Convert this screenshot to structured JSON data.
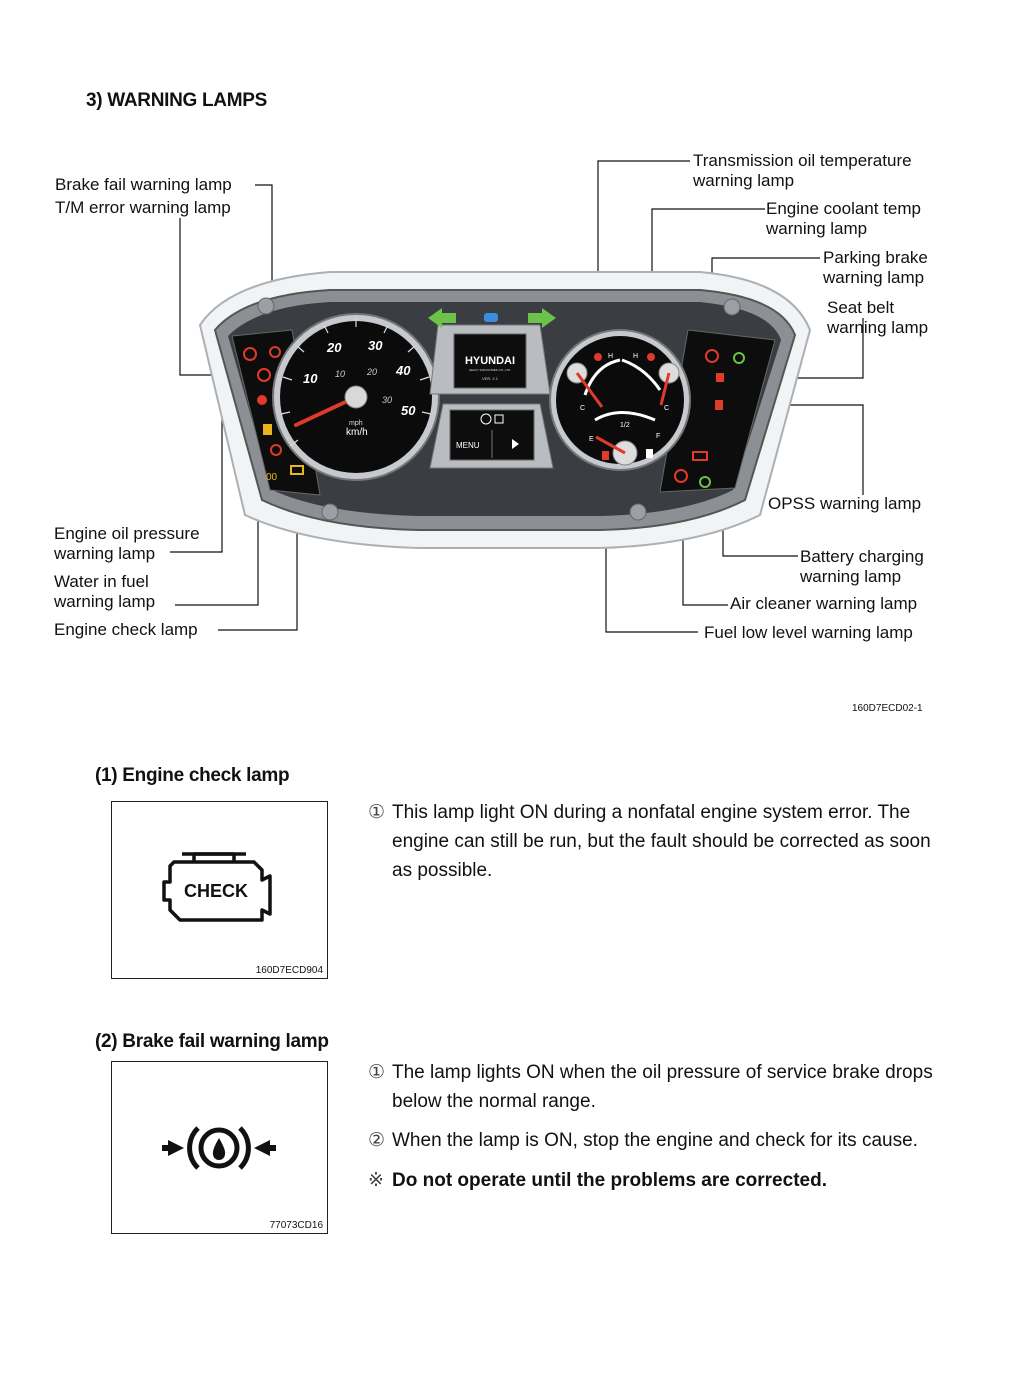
{
  "section": {
    "title": "3) WARNING LAMPS"
  },
  "figure": {
    "code": "160D7ECD02-1",
    "callouts": {
      "brake_fail": "Brake fail warning lamp",
      "tm_error": "T/M error warning lamp",
      "transmission_oil_1": "Transmission oil temperature",
      "transmission_oil_2": "warning lamp",
      "coolant_1": "Engine coolant temp",
      "coolant_2": "warning lamp",
      "parking_1": "Parking brake",
      "parking_2": "warning lamp",
      "seatbelt_1": "Seat belt",
      "seatbelt_2": "warning lamp",
      "opss": "OPSS warning lamp",
      "oil_pressure_1": "Engine oil pressure",
      "oil_pressure_2": "warning lamp",
      "water_fuel_1": "Water in fuel",
      "water_fuel_2": "warning lamp",
      "engine_check": "Engine check lamp",
      "battery_1": "Battery charging",
      "battery_2": "warning lamp",
      "air_cleaner": "Air cleaner warning lamp",
      "fuel_low": "Fuel low level warning lamp"
    },
    "cluster": {
      "brand": "HYUNDAI",
      "brand_sub": "HEAVY INDUSTRIES CO.,LTD.",
      "version": "VER. 2.1",
      "menu": "MENU",
      "speed_unit_mph": "mph",
      "speed_unit_kmh": "km/h",
      "outer_ticks": [
        "10",
        "20",
        "30",
        "40",
        "50"
      ],
      "inner_ticks": [
        "10",
        "20",
        "30"
      ],
      "gauge_h": "H",
      "gauge_c": "C",
      "fuel_e": "E",
      "fuel_half": "1/2",
      "fuel_f": "F"
    }
  },
  "items": [
    {
      "heading": "(1) Engine check lamp",
      "icon_text": "CHECK",
      "figure_code": "160D7ECD904",
      "paragraphs": [
        {
          "marker": "①",
          "text": "This lamp light ON during a nonfatal engine system error. The engine can still be run, but the fault should be corrected as soon as possible."
        }
      ]
    },
    {
      "heading": "(2) Brake fail warning lamp",
      "figure_code": "77073CD16",
      "paragraphs": [
        {
          "marker": "①",
          "text": "The lamp lights ON when the oil pressure of service brake drops below the normal range."
        },
        {
          "marker": "②",
          "text": "When the lamp is ON, stop the engine and check for its cause."
        }
      ],
      "note": {
        "marker": "※",
        "text": "Do not operate until the problems are corrected."
      }
    }
  ]
}
